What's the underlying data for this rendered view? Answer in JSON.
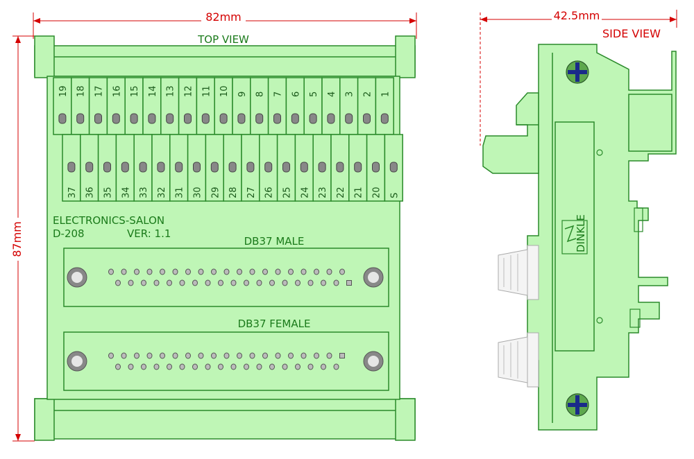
{
  "top_view": {
    "width_dim": "82mm",
    "height_dim": "87mm",
    "title": "TOP VIEW",
    "brand": "ELECTRONICS-SALON",
    "model": "D-208",
    "version": "VER: 1.1",
    "male_label": "DB37 MALE",
    "female_label": "DB37 FEMALE",
    "top_terminals": [
      "19",
      "18",
      "17",
      "16",
      "15",
      "14",
      "13",
      "12",
      "11",
      "10",
      "9",
      "8",
      "7",
      "6",
      "5",
      "4",
      "3",
      "2",
      "1"
    ],
    "bottom_terminals": [
      "37",
      "36",
      "35",
      "34",
      "33",
      "32",
      "31",
      "30",
      "29",
      "28",
      "27",
      "26",
      "25",
      "24",
      "23",
      "22",
      "21",
      "20",
      "S"
    ]
  },
  "side_view": {
    "width_dim": "42.5mm",
    "title": "SIDE VIEW",
    "logo_text": "DINKLE"
  },
  "colors": {
    "board": "#bff6b6",
    "outline": "#2a8a2a",
    "dimension": "#d40000",
    "screw": "#5ea84e",
    "screw_cross": "#1a2a8a"
  }
}
